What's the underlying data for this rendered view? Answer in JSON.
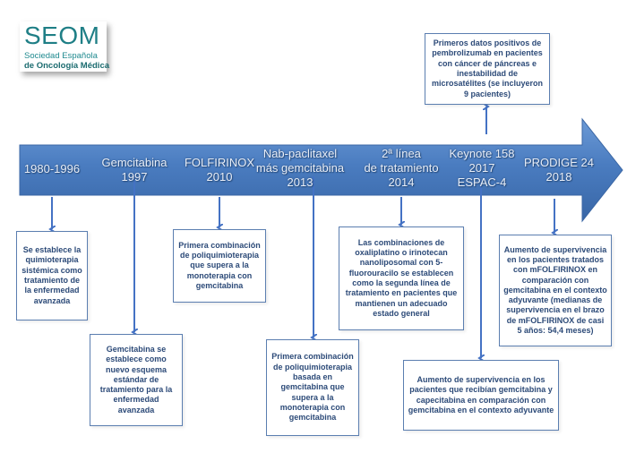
{
  "logo": {
    "name": "SEOM",
    "line1": "Sociedad  Española",
    "line2": "de Oncología Médica",
    "color": "#1f7f86"
  },
  "colors": {
    "arrow": "#4a7cc0",
    "connector": "#4472c4",
    "box_text": "#2c4a78",
    "box_border": "#5b7eb0"
  },
  "timeline": [
    {
      "lines": [
        "1980-1996"
      ],
      "box": "Se establece la quimioterapia sistémica como tratamiento de la enfermedad avanzada",
      "direction": "down"
    },
    {
      "lines": [
        "Gemcitabina",
        "1997"
      ],
      "box": "Gemcitabina se establece como nuevo esquema estándar de tratamiento para la enfermedad avanzada",
      "direction": "down"
    },
    {
      "lines": [
        "FOLFIRINOX",
        "2010"
      ],
      "box": "Primera combinación de poliquimioterapia que supera a la monoterapia con gemcitabina",
      "direction": "down"
    },
    {
      "lines": [
        "Nab-paclitaxel",
        "más gemcitabina",
        "2013"
      ],
      "box": "Primera combinación de poliquimioterapia basada en gemcitabina que supera a la monoterapia con gemcitabina",
      "direction": "down"
    },
    {
      "lines": [
        "2ª línea",
        "de tratamiento",
        "2014"
      ],
      "box": "Las combinaciones de oxaliplatino o irinotecan nanoliposomal con 5-fluorouracilo se establecen como la segunda línea de tratamiento en pacientes que mantienen un adecuado estado general",
      "direction": "down"
    },
    {
      "lines": [
        "Keynote 158",
        "2017",
        "ESPAC-4"
      ],
      "box_up": "Primeros datos positivos de pembrolizumab en pacientes con cáncer de páncreas e inestabilidad de microsatélites (se incluyeron  9 pacientes)",
      "box": "Aumento de supervivencia en los pacientes que recibían gemcitabina y capecitabina en comparación con gemcitabina en el contexto adyuvante",
      "direction": "both"
    },
    {
      "lines": [
        "PRODIGE 24",
        "2018"
      ],
      "box": "Aumento de supervivencia en los pacientes tratados con mFOLFIRINOX  en comparación con gemcitabina en el contexto adyuvante (medianas de supervivencia en el brazo de mFOLFIRINOX  de casi 5 años: 54,4 meses)",
      "direction": "down"
    }
  ]
}
